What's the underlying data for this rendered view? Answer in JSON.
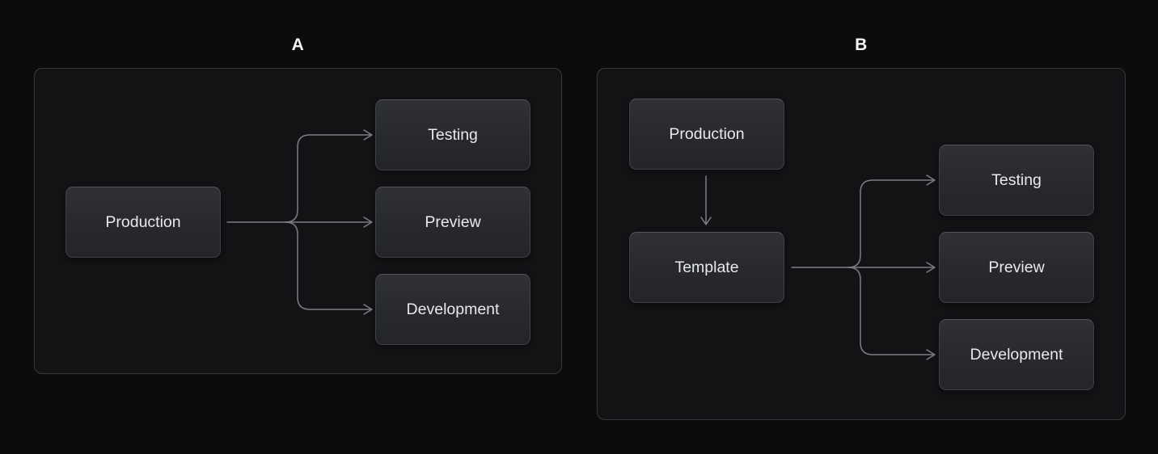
{
  "diagram": {
    "panels": {
      "a": {
        "title": "A",
        "nodes": {
          "production": {
            "label": "Production"
          },
          "testing": {
            "label": "Testing"
          },
          "preview": {
            "label": "Preview"
          },
          "development": {
            "label": "Development"
          }
        },
        "edges": [
          {
            "from": "production",
            "to": "testing"
          },
          {
            "from": "production",
            "to": "preview"
          },
          {
            "from": "production",
            "to": "development"
          }
        ]
      },
      "b": {
        "title": "B",
        "nodes": {
          "production": {
            "label": "Production"
          },
          "template": {
            "label": "Template"
          },
          "testing": {
            "label": "Testing"
          },
          "preview": {
            "label": "Preview"
          },
          "development": {
            "label": "Development"
          }
        },
        "edges": [
          {
            "from": "production",
            "to": "template"
          },
          {
            "from": "template",
            "to": "testing"
          },
          {
            "from": "template",
            "to": "preview"
          },
          {
            "from": "template",
            "to": "development"
          }
        ]
      }
    },
    "colors": {
      "background": "#0c0c0d",
      "panel_background": "#131316",
      "panel_border": "#37393d",
      "node_background_top": "#2f3135",
      "node_background_bottom": "#232528",
      "node_border": "#3e4146",
      "node_text": "#e7e9eb",
      "edge": "#7b7f85",
      "title_text": "#f4f4f4"
    }
  }
}
